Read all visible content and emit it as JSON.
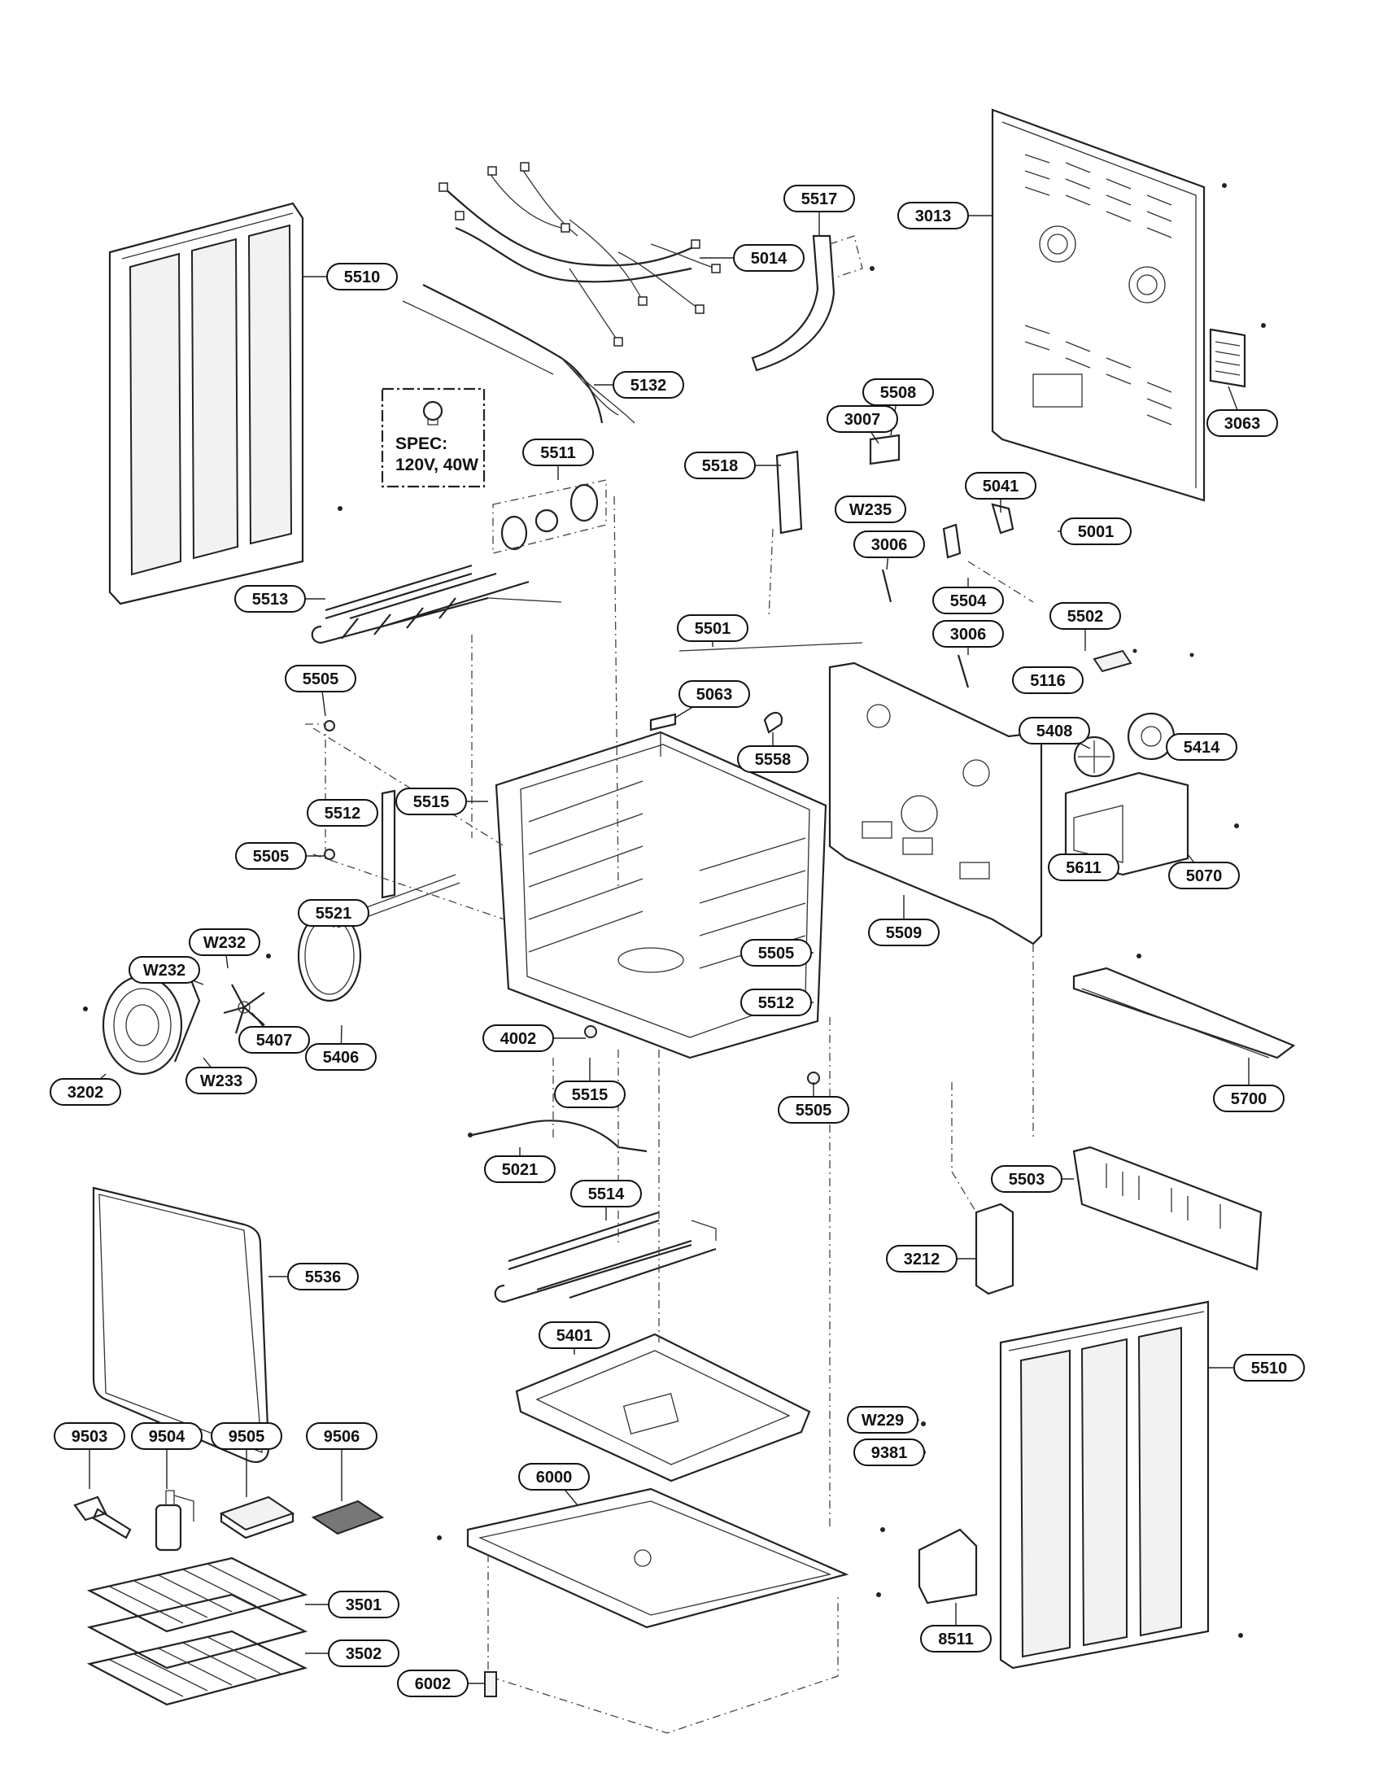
{
  "spec": {
    "title": "SPEC:",
    "value": "120V, 40W"
  },
  "callouts": [
    {
      "id": "c01",
      "label": "5510"
    },
    {
      "id": "c02",
      "label": "5014"
    },
    {
      "id": "c03",
      "label": "5517"
    },
    {
      "id": "c04",
      "label": "3013"
    },
    {
      "id": "c05",
      "label": "5132"
    },
    {
      "id": "c06",
      "label": "3063"
    },
    {
      "id": "c07",
      "label": "5511"
    },
    {
      "id": "c08",
      "label": "5508"
    },
    {
      "id": "c09",
      "label": "3007"
    },
    {
      "id": "c10",
      "label": "5518"
    },
    {
      "id": "c11",
      "label": "W235"
    },
    {
      "id": "c12",
      "label": "5041"
    },
    {
      "id": "c13",
      "label": "5001"
    },
    {
      "id": "c14",
      "label": "3006"
    },
    {
      "id": "c15",
      "label": "5504"
    },
    {
      "id": "c16",
      "label": "5513"
    },
    {
      "id": "c17",
      "label": "5501"
    },
    {
      "id": "c18",
      "label": "3006"
    },
    {
      "id": "c19",
      "label": "5502"
    },
    {
      "id": "c20",
      "label": "5505"
    },
    {
      "id": "c21",
      "label": "5063"
    },
    {
      "id": "c22",
      "label": "5116"
    },
    {
      "id": "c23",
      "label": "5558"
    },
    {
      "id": "c24",
      "label": "5408"
    },
    {
      "id": "c25",
      "label": "5414"
    },
    {
      "id": "c26",
      "label": "5512"
    },
    {
      "id": "c27",
      "label": "5515"
    },
    {
      "id": "c28",
      "label": "5505"
    },
    {
      "id": "c29",
      "label": "5611"
    },
    {
      "id": "c30",
      "label": "5070"
    },
    {
      "id": "c31",
      "label": "5509"
    },
    {
      "id": "c32",
      "label": "5521"
    },
    {
      "id": "c33",
      "label": "W232"
    },
    {
      "id": "c34",
      "label": "W232"
    },
    {
      "id": "c35",
      "label": "5505"
    },
    {
      "id": "c36",
      "label": "5512"
    },
    {
      "id": "c37",
      "label": "5407"
    },
    {
      "id": "c38",
      "label": "5406"
    },
    {
      "id": "c39",
      "label": "W233"
    },
    {
      "id": "c40",
      "label": "3202"
    },
    {
      "id": "c41",
      "label": "4002"
    },
    {
      "id": "c42",
      "label": "5515"
    },
    {
      "id": "c43",
      "label": "5505"
    },
    {
      "id": "c44",
      "label": "5700"
    },
    {
      "id": "c45",
      "label": "5021"
    },
    {
      "id": "c46",
      "label": "5514"
    },
    {
      "id": "c47",
      "label": "5503"
    },
    {
      "id": "c48",
      "label": "3212"
    },
    {
      "id": "c49",
      "label": "5536"
    },
    {
      "id": "c50",
      "label": "5401"
    },
    {
      "id": "c51",
      "label": "5510"
    },
    {
      "id": "c52",
      "label": "W229"
    },
    {
      "id": "c53",
      "label": "9381"
    },
    {
      "id": "c54",
      "label": "9503"
    },
    {
      "id": "c55",
      "label": "9504"
    },
    {
      "id": "c56",
      "label": "9505"
    },
    {
      "id": "c57",
      "label": "9506"
    },
    {
      "id": "c58",
      "label": "6000"
    },
    {
      "id": "c59",
      "label": "8511"
    },
    {
      "id": "c60",
      "label": "3501"
    },
    {
      "id": "c61",
      "label": "3502"
    },
    {
      "id": "c62",
      "label": "6002"
    }
  ]
}
